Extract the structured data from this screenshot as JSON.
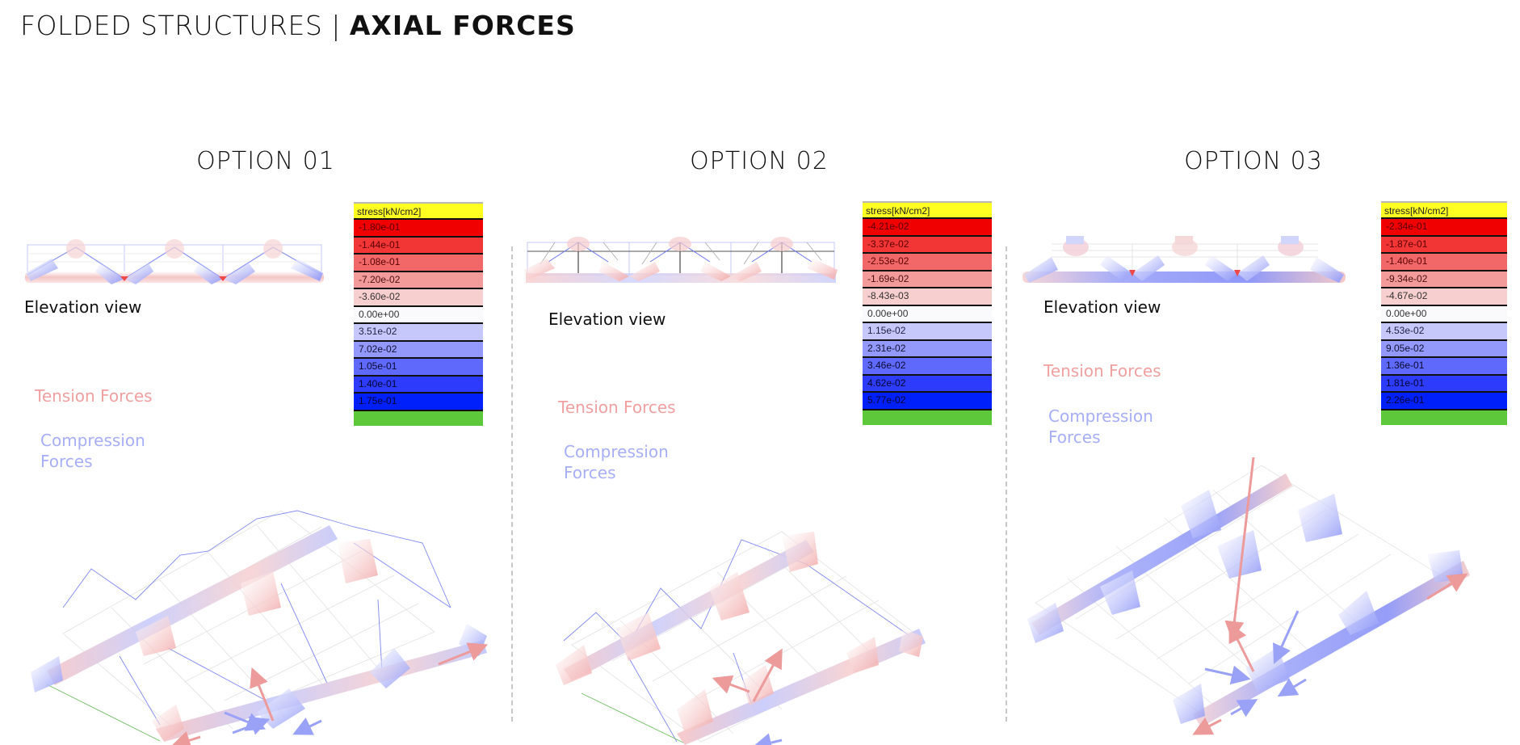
{
  "header": {
    "title_light": "FOLDED STRUCTURES | ",
    "title_bold": "AXIAL FORCES"
  },
  "labels": {
    "elevation_view": "Elevation view",
    "tension_forces": "Tension Forces",
    "compression_line1": "Compression",
    "compression_line2": "Forces"
  },
  "colors": {
    "tension": "#f0a0a0",
    "compression": "#a6aef8",
    "legend_header": "#ffff22",
    "legend_footer": "#5ec83b"
  },
  "options": [
    {
      "title": "OPTION 01",
      "legend": {
        "header": "stress[kN/cm2]",
        "rows": [
          {
            "value": "-1.80e-01",
            "color": "#f00000",
            "text": "#5a0000"
          },
          {
            "value": "-1.44e-01",
            "color": "#f23636",
            "text": "#5a0000"
          },
          {
            "value": "-1.08e-01",
            "color": "#f26868",
            "text": "#5a0000"
          },
          {
            "value": "-7.20e-02",
            "color": "#f39a9a",
            "text": "#4a1010"
          },
          {
            "value": "-3.60e-02",
            "color": "#f8cfcf",
            "text": "#333333"
          },
          {
            "value": "0.00e+00",
            "color": "#fafafd",
            "text": "#333333"
          },
          {
            "value": "3.51e-02",
            "color": "#c6c8fc",
            "text": "#222244"
          },
          {
            "value": "7.02e-02",
            "color": "#9399fb",
            "text": "#111133"
          },
          {
            "value": "1.05e-01",
            "color": "#5f69fc",
            "text": "#0a0a33"
          },
          {
            "value": "1.40e-01",
            "color": "#2c3bfc",
            "text": "#050530"
          },
          {
            "value": "1.75e-01",
            "color": "#0020fb",
            "text": "#050530"
          }
        ]
      }
    },
    {
      "title": "OPTION 02",
      "legend": {
        "header": "stress[kN/cm2]",
        "rows": [
          {
            "value": "-4.21e-02",
            "color": "#f00000",
            "text": "#5a0000"
          },
          {
            "value": "-3.37e-02",
            "color": "#f23636",
            "text": "#5a0000"
          },
          {
            "value": "-2.53e-02",
            "color": "#f26868",
            "text": "#5a0000"
          },
          {
            "value": "-1.69e-02",
            "color": "#f39a9a",
            "text": "#4a1010"
          },
          {
            "value": "-8.43e-03",
            "color": "#f8cfcf",
            "text": "#333333"
          },
          {
            "value": "0.00e+00",
            "color": "#fafafd",
            "text": "#333333"
          },
          {
            "value": "1.15e-02",
            "color": "#c6c8fc",
            "text": "#222244"
          },
          {
            "value": "2.31e-02",
            "color": "#9399fb",
            "text": "#111133"
          },
          {
            "value": "3.46e-02",
            "color": "#5f69fc",
            "text": "#0a0a33"
          },
          {
            "value": "4.62e-02",
            "color": "#2c3bfc",
            "text": "#050530"
          },
          {
            "value": "5.77e-02",
            "color": "#0020fb",
            "text": "#050530"
          }
        ]
      }
    },
    {
      "title": "OPTION 03",
      "legend": {
        "header": "stress[kN/cm2]",
        "rows": [
          {
            "value": "-2.34e-01",
            "color": "#f00000",
            "text": "#5a0000"
          },
          {
            "value": "-1.87e-01",
            "color": "#f23636",
            "text": "#5a0000"
          },
          {
            "value": "-1.40e-01",
            "color": "#f26868",
            "text": "#5a0000"
          },
          {
            "value": "-9.34e-02",
            "color": "#f39a9a",
            "text": "#4a1010"
          },
          {
            "value": "-4.67e-02",
            "color": "#f8cfcf",
            "text": "#333333"
          },
          {
            "value": "0.00e+00",
            "color": "#fafafd",
            "text": "#333333"
          },
          {
            "value": "4.53e-02",
            "color": "#c6c8fc",
            "text": "#222244"
          },
          {
            "value": "9.05e-02",
            "color": "#9399fb",
            "text": "#111133"
          },
          {
            "value": "1.36e-01",
            "color": "#5f69fc",
            "text": "#0a0a33"
          },
          {
            "value": "1.81e-01",
            "color": "#2c3bfc",
            "text": "#050530"
          },
          {
            "value": "2.26e-01",
            "color": "#0020fb",
            "text": "#050530"
          }
        ]
      }
    }
  ]
}
